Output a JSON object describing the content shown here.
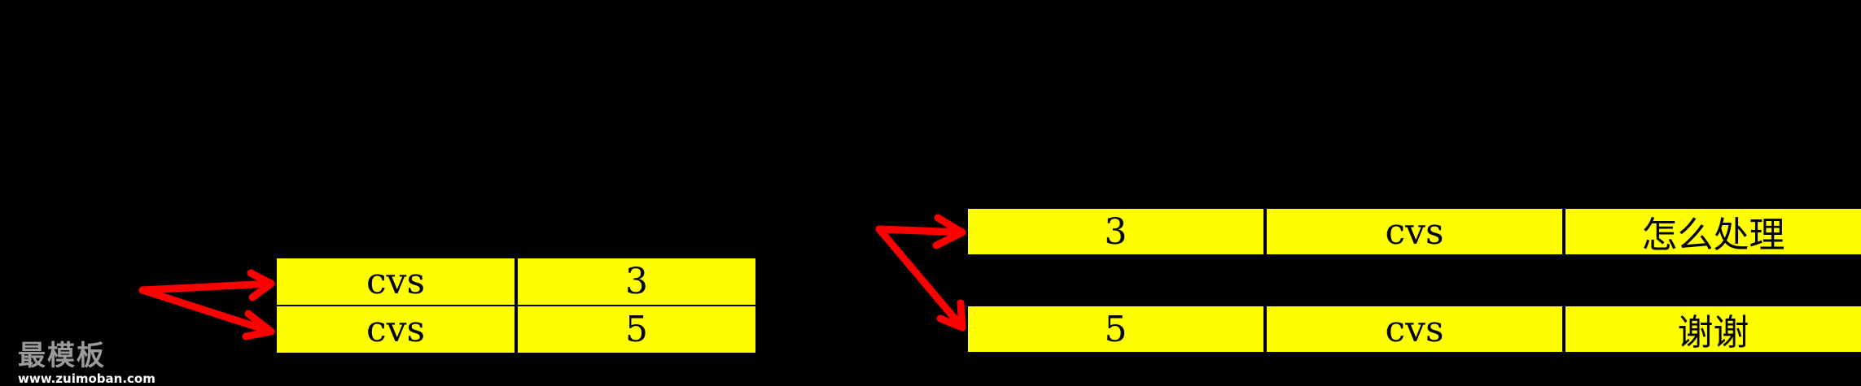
{
  "left_table": {
    "rows": [
      [
        "cvs",
        "3"
      ],
      [
        "cvs",
        "5"
      ]
    ]
  },
  "right_table": {
    "rows": [
      [
        "3",
        "cvs",
        "怎么处理"
      ],
      [
        "5",
        "cvs",
        "谢谢"
      ]
    ]
  },
  "colors": {
    "cell_fill": "#ffff00",
    "arrow": "#ff0000",
    "background": "#000000"
  },
  "watermark": {
    "logo_text": "最模板",
    "url": "www.zuimoban.com"
  }
}
